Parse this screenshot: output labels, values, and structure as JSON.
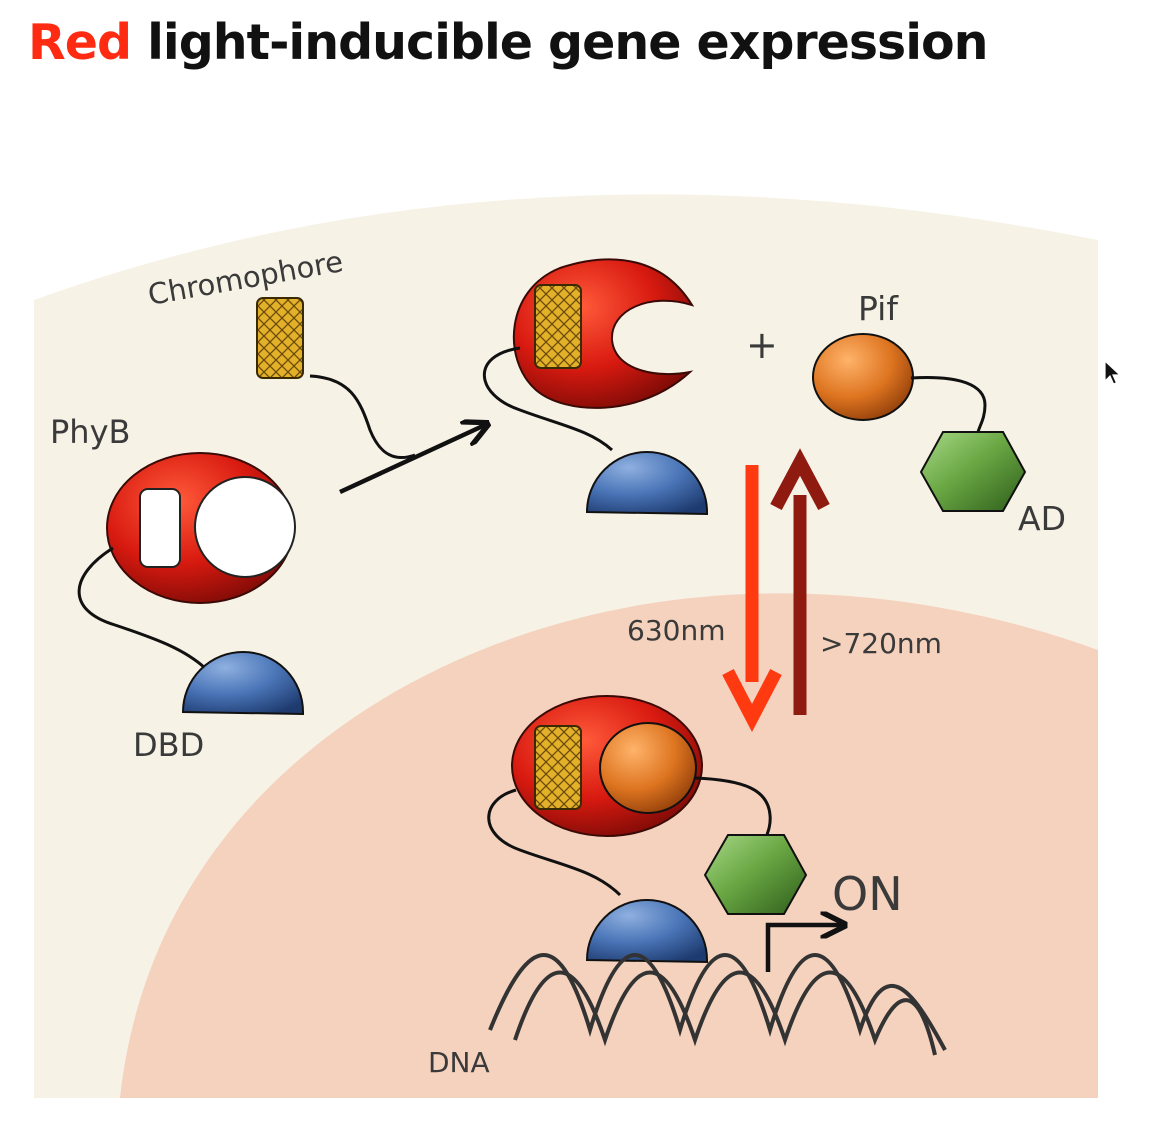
{
  "title": {
    "accent": "Red",
    "rest": " light-inducible gene expression"
  },
  "labels": {
    "chromophore": "Chromophore",
    "phyb": "PhyB",
    "dbd": "DBD",
    "pif": "Pif",
    "ad": "AD",
    "plus": "+",
    "wavelength_on": "630nm",
    "wavelength_off": ">720nm",
    "on": "ON",
    "dna": "DNA"
  },
  "colors": {
    "title_accent": "#ff2a12",
    "cytoplasm": "#f7f2e6",
    "nucleus": "#f4d2bd",
    "phyb_red": "#d81a10",
    "dbd_blue": "#3b66a8",
    "pif_orange": "#d9701c",
    "ad_green": "#5f9e3c",
    "chromophore_yellow": "#e8b72a",
    "arrow_630nm": "#ff3a10",
    "arrow_720nm": "#8e1a10"
  },
  "icons": {
    "pointer": "mouse-pointer-icon"
  }
}
